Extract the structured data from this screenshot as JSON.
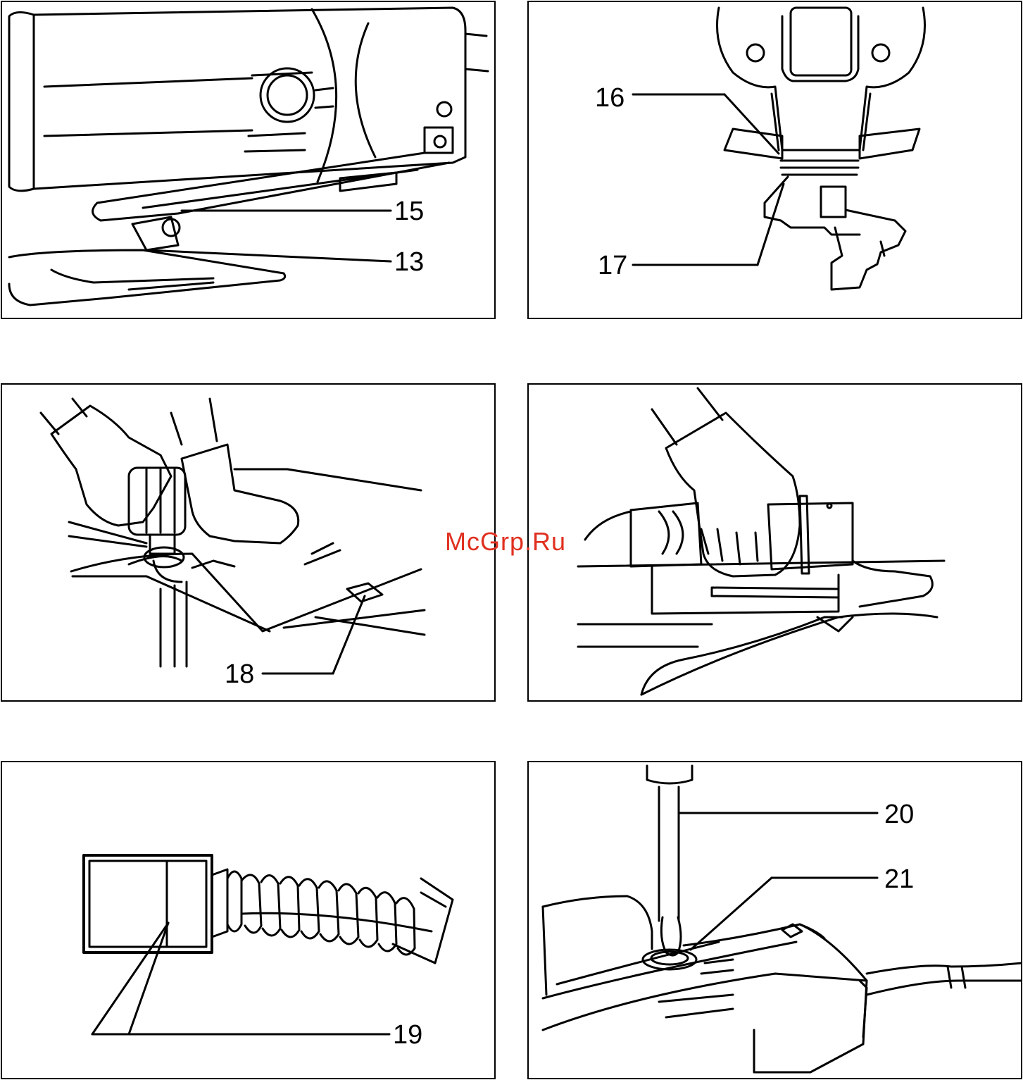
{
  "watermark": "McGrp.Ru",
  "panels": {
    "p1": {
      "labels": [
        "15",
        "13"
      ]
    },
    "p2": {
      "labels": [
        "16",
        "17"
      ]
    },
    "p3": {
      "labels": [
        "18"
      ]
    },
    "p4": {
      "labels": []
    },
    "p5": {
      "labels": [
        "19"
      ]
    },
    "p6": {
      "labels": [
        "20",
        "21"
      ]
    }
  }
}
